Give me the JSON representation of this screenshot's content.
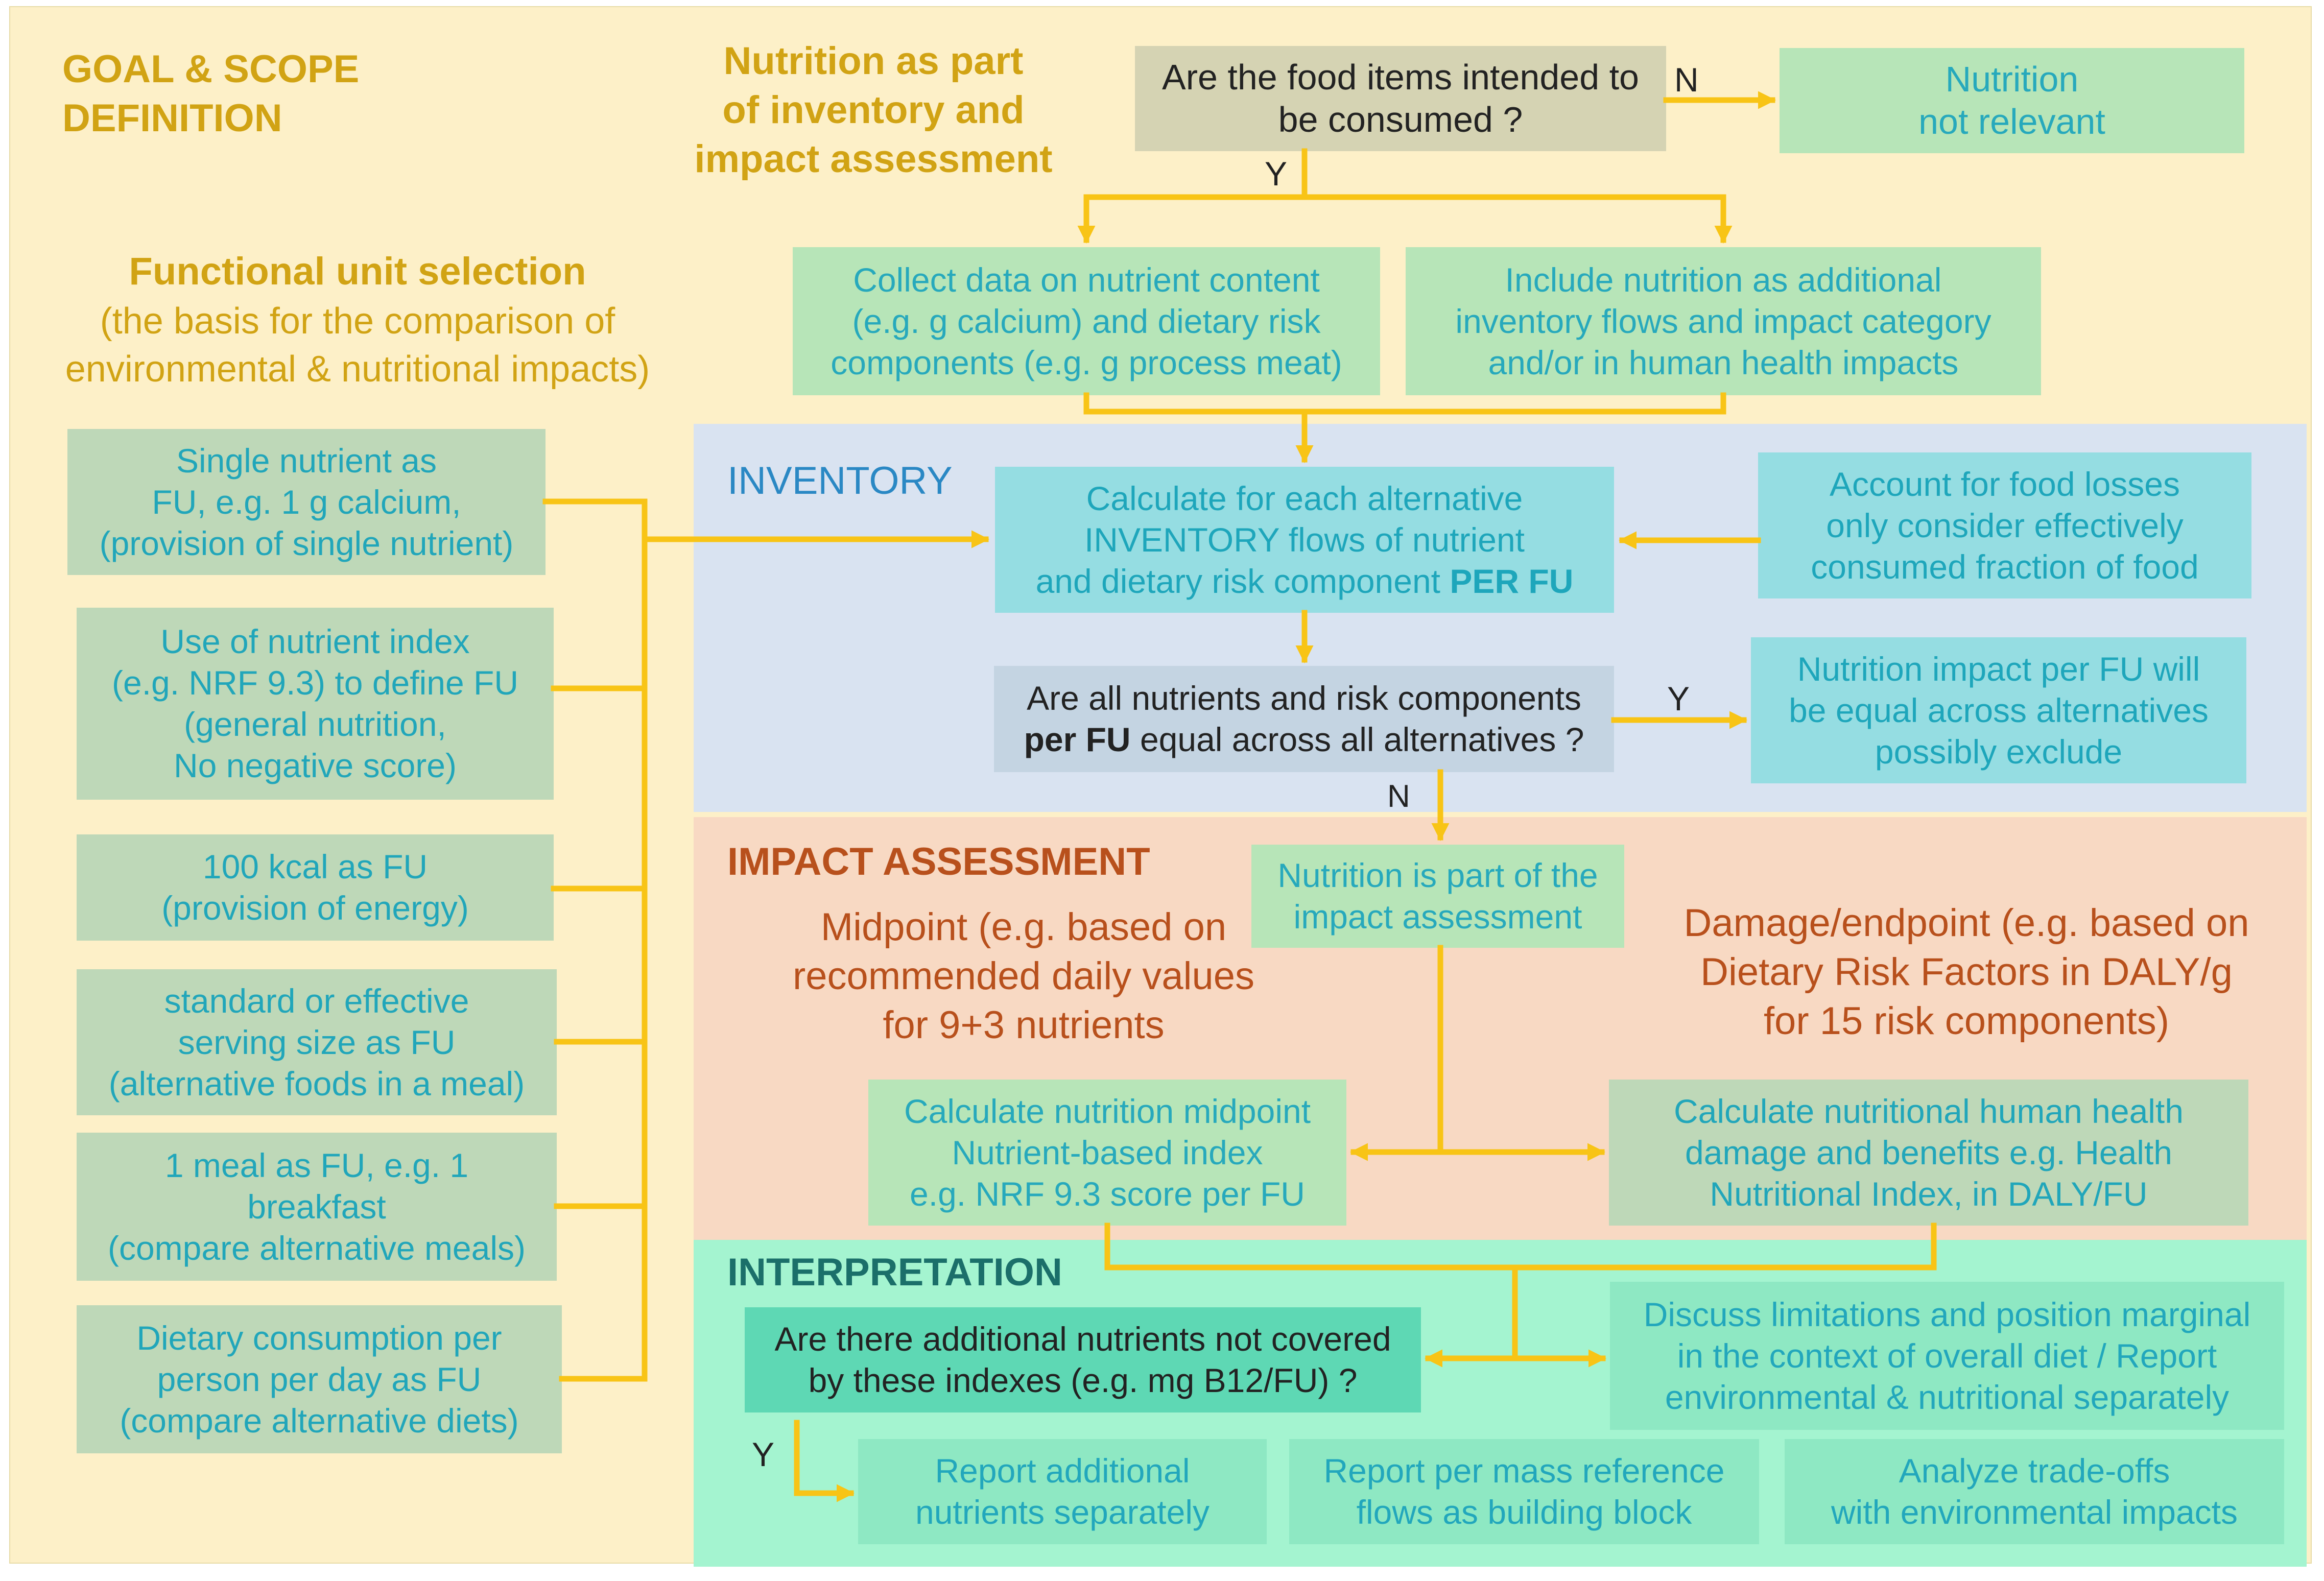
{
  "colors": {
    "goal_bg": "#fdf0c8",
    "inventory_bg": "#d9e3f1",
    "impact_bg": "#f8d9c3",
    "interpretation_bg": "#a4f4d0",
    "arrow": "#f8c416",
    "heading_gold": "#d1a314",
    "heading_blue": "#2a88c4",
    "heading_brown": "#b8501c",
    "heading_teal": "#1b6f6a",
    "box_text_cyan": "#27a9bc"
  },
  "goal": {
    "heading": "GOAL & SCOPE\nDEFINITION",
    "nutrition_part": "Nutrition as part\nof inventory and\nimpact assessment",
    "fu_heading": "Functional unit selection",
    "fu_sub": "(the basis for the comparison of\nenvironmental & nutritional impacts)",
    "q_consumed": "Are the food items intended to\nbe consumed ?",
    "label_n1": "N",
    "label_y1": "Y",
    "not_relevant": "Nutrition\nnot relevant",
    "collect_data": "Collect data on nutrient content\n(e.g. g calcium) and dietary risk\ncomponents (e.g. g process meat)",
    "include_nutrition": "Include nutrition as  additional\ninventory flows and impact category\nand/or in human health impacts"
  },
  "fu_options": [
    "Single nutrient as\nFU, e.g. 1 g calcium,\n(provision of single nutrient)",
    "Use of nutrient index\n(e.g. NRF 9.3) to define FU\n(general nutrition,\nNo negative score)",
    "100 kcal as FU\n(provision of energy)",
    "standard or effective\nserving size as FU\n(alternative foods in a meal)",
    "1 meal as FU, e.g. 1\nbreakfast\n(compare alternative meals)",
    "Dietary consumption per\nperson per day as FU\n(compare alternative diets)"
  ],
  "inventory": {
    "heading": "INVENTORY",
    "calc_pre": "Calculate for each alternative\nINVENTORY flows of nutrient\nand dietary risk component ",
    "calc_bold": "PER FU",
    "food_losses": "Account for food losses\nonly consider effectively\nconsumed fraction of food",
    "q_equal_bold": "per FU",
    "q_equal_line1": "Are all nutrients and risk components",
    "q_equal_rest": " equal across all alternatives ?",
    "label_y2": "Y",
    "equal_result": "Nutrition impact per FU will\nbe equal across alternatives\npossibly exclude",
    "label_n2": "N"
  },
  "impact": {
    "heading": "IMPACT ASSESSMENT",
    "part_of": "Nutrition is part of the\nimpact assessment",
    "midpoint": "Midpoint (e.g. based on\nrecommended daily values\nfor 9+3 nutrients",
    "endpoint": "Damage/endpoint (e.g. based on\nDietary Risk Factors in DALY/g\nfor 15 risk components)",
    "calc_midpoint": "Calculate nutrition midpoint\nNutrient-based index\ne.g. NRF 9.3 score per FU",
    "calc_damage": "Calculate nutritional human health\ndamage and benefits e.g. Health\nNutritional Index, in DALY/FU"
  },
  "interpretation": {
    "heading": "INTERPRETATION",
    "q_additional": "Are there additional nutrients not covered\nby these indexes (e.g. mg B12/FU)  ?",
    "discuss": "Discuss limitations and position marginal\nin the context of overall diet / Report\nenvironmental & nutritional separately",
    "label_y3": "Y",
    "report_additional": "Report additional\nnutrients separately",
    "report_mass": "Report per mass reference\nflows as building block",
    "analyze": "Analyze trade-offs\nwith environmental impacts"
  }
}
